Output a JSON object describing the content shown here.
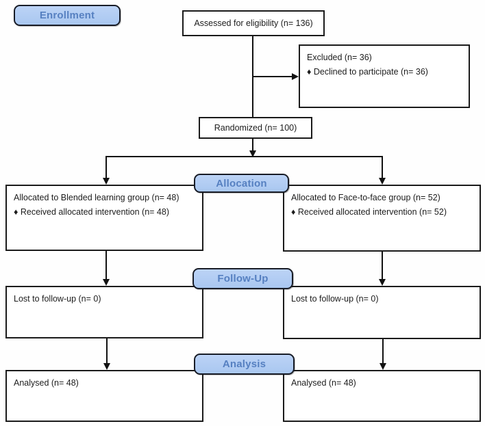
{
  "stage_labels": {
    "enrollment": "Enrollment",
    "allocation": "Allocation",
    "follow_up": "Follow-Up",
    "analysis": "Analysis"
  },
  "enrollment": {
    "assessed": "Assessed for eligibility (n= 136)",
    "excluded": {
      "title": "Excluded (n= 36)",
      "reason": "♦ Declined to participate (n= 36)"
    },
    "randomized": "Randomized (n= 100)"
  },
  "allocation": {
    "left": {
      "title": "Allocated to Blended learning group (n= 48)",
      "detail": "♦ Received allocated intervention (n= 48)"
    },
    "right": {
      "title": "Allocated to Face-to-face group (n= 52)",
      "detail": "♦ Received allocated intervention (n= 52)"
    }
  },
  "follow_up": {
    "left": "Lost to follow-up (n= 0)",
    "right": "Lost to follow-up (n= 0)"
  },
  "analysis": {
    "left": "Analysed (n= 48)",
    "right": "Analysed (n= 48)"
  },
  "colors": {
    "stage_fill": "#a9c7f0",
    "stage_fill_top": "#bcd3f6",
    "stage_text": "#5680c1",
    "box_border": "#1a1a1a",
    "line": "#111111"
  }
}
